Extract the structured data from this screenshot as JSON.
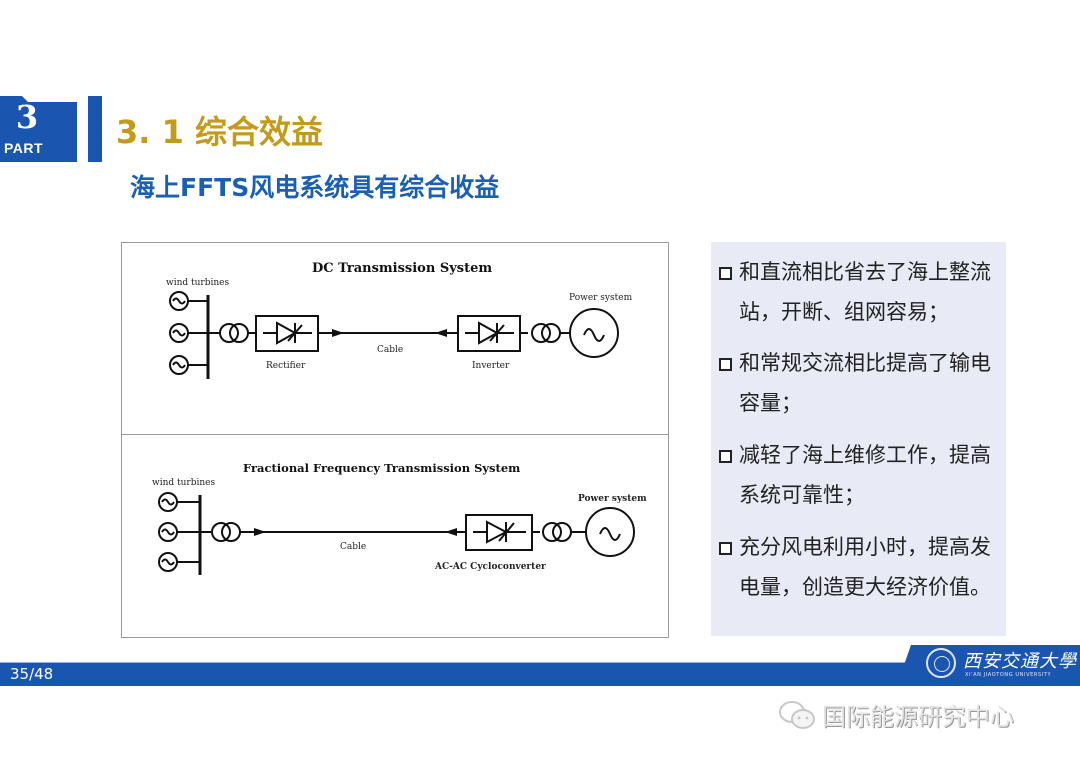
{
  "header": {
    "part_number": "3",
    "part_label": "PART",
    "title": "3. 1  综合效益",
    "subtitle": "海上FFTS风电系统具有综合收益"
  },
  "diagrams": {
    "dc": {
      "title": "DC Transmission System",
      "wind_turbines_label": "wind turbines",
      "rectifier_label": "Rectifier",
      "cable_label": "Cable",
      "inverter_label": "Inverter",
      "power_system_label": "Power system"
    },
    "ffts": {
      "title": "Fractional Frequency Transmission System",
      "wind_turbines_label": "wind turbines",
      "cable_label": "Cable",
      "cycloconverter_label": "AC-AC Cycloconverter",
      "power_system_label": "Power system"
    }
  },
  "bullets": [
    {
      "text": "和直流相比省去了海上整流站，开断、组网容易；"
    },
    {
      "text": "和常规交流相比提高了输电容量；"
    },
    {
      "text": "减轻了海上维修工作，提高系统可靠性；"
    },
    {
      "text": "充分风电利用小时，提高发电量，创造更大经济价值。"
    }
  ],
  "footer": {
    "page_indicator": "35/48",
    "university_name_cn": "西安交通大學",
    "university_name_en": "XI'AN JIAOTONG UNIVERSITY"
  },
  "watermark": {
    "icon": "wechat-icon",
    "text": "国际能源研究中心"
  },
  "colors": {
    "primary_blue": "#1a56b0",
    "title_gold": "#c39a1a",
    "subtitle_blue": "#1a5fb4",
    "bullet_box_bg": "#e8ebf5"
  }
}
